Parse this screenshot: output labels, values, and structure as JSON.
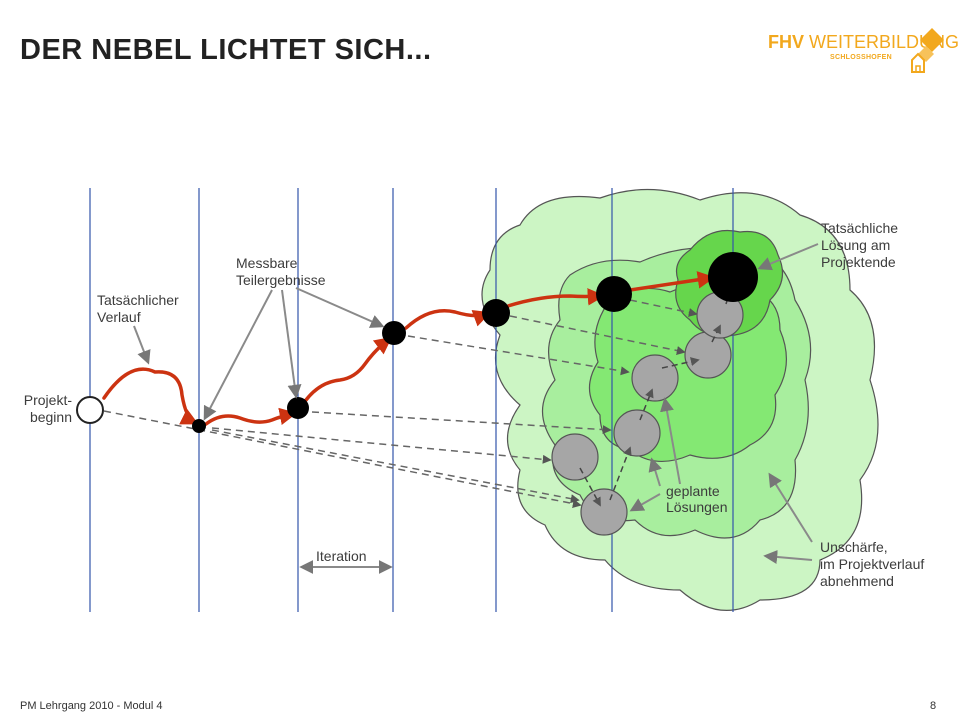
{
  "slide": {
    "title": "DER NEBEL LICHTET SICH...",
    "footer_left": "PM Lehrgang 2010 - Modul 4",
    "page_number": "8"
  },
  "logo": {
    "brand": "FHV",
    "word": "WEITERBILDUNG",
    "sub": "SCHLOSSHOFEN",
    "color": "#f2a81d"
  },
  "diagram": {
    "labels": {
      "start_line1": "Projekt-",
      "start_line2": "beginn",
      "actual_path_line1": "Tatsächlicher",
      "actual_path_line2": "Verlauf",
      "measurable_line1": "Messbare",
      "measurable_line2": "Teilergebnisse",
      "iteration": "Iteration",
      "planned_line1": "geplante",
      "planned_line2": "Lösungen",
      "actual_solution_line1": "Tatsächliche",
      "actual_solution_line2": "Lösung am",
      "actual_solution_line3": "Projektende",
      "uncertainty_line1": "Unschärfe,",
      "uncertainty_line2": "im Projektverlauf",
      "uncertainty_line3": "abnehmend"
    },
    "colors": {
      "iteration_line": "#3355aa",
      "actual_path": "#cc3311",
      "planned_circle": "#a6a6a6",
      "cloud_outer": "#ccf5c4",
      "cloud_mid1": "#a8ee9e",
      "cloud_mid2": "#84e873",
      "cloud_inner": "#66d64c"
    }
  }
}
